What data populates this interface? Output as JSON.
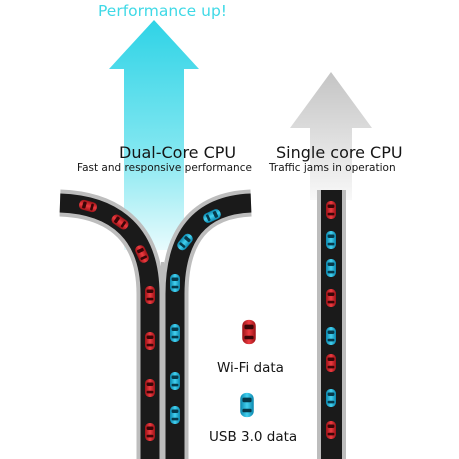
{
  "top_caption": "Performance up!",
  "dual_core": {
    "title": "Dual-Core CPU",
    "subtitle": "Fast and responsive performance"
  },
  "single_core": {
    "title": "Single core CPU",
    "subtitle": "Traffic jams  in operation"
  },
  "legend": {
    "wifi": "Wi-Fi data",
    "usb": "USB 3.0 data"
  },
  "colors": {
    "performance_arrow": "#33d4e6",
    "single_arrow": "#c8c8c8",
    "road": "#1a1a1a",
    "road_edge": "#bdbdbd",
    "wifi_car": "#d6242b",
    "usb_car": "#1ab3d9"
  }
}
